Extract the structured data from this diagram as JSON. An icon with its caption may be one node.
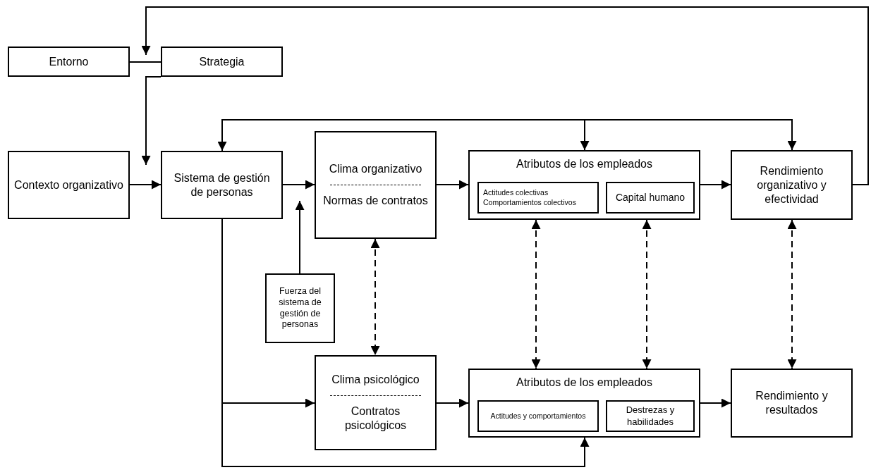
{
  "diagram": {
    "nodes": [
      {
        "text": [
          "Entorno"
        ]
      },
      {
        "text": [
          "Strategia"
        ]
      },
      {
        "text": [
          "Contexto organizativo"
        ]
      },
      {
        "text": [
          "Sistema de gestión de personas"
        ]
      },
      {
        "text": [
          "Clima organizativo",
          "Normas de contratos"
        ]
      },
      {
        "text": [
          "Atributos de los empleados"
        ]
      },
      {
        "text": [
          "Actitudes colectivas Comportamientos colectivos"
        ],
        "in": 5
      },
      {
        "text": [
          "Capital humano"
        ],
        "in": 5
      },
      {
        "text": [
          "Rendimiento organizativo y efectividad"
        ]
      },
      {
        "text": [
          "Fuerza del sistema de gestión de personas"
        ]
      },
      {
        "text": [
          "Clima psicológico",
          "Contratos psicológicos"
        ]
      },
      {
        "text": [
          "Atributos de los empleados"
        ]
      },
      {
        "text": [
          "Actitudes y comportamientos"
        ],
        "in": 11
      },
      {
        "text": [
          "Destrezas y habilidades"
        ],
        "in": 11
      },
      {
        "text": [
          "Rendimiento y resultados"
        ]
      }
    ],
    "edges": [
      {
        "from": 0,
        "to": 1,
        "arrow": "none"
      },
      {
        "from": 8,
        "to": 0,
        "arrow": "to"
      },
      {
        "from": 1,
        "to": 2,
        "arrow": "to"
      },
      {
        "from": 2,
        "to": 3,
        "arrow": "to"
      },
      {
        "from": 3,
        "to": 4,
        "arrow": "to"
      },
      {
        "from": 9,
        "to": 3,
        "arrow": "to"
      },
      {
        "from": null,
        "to": 3,
        "arrow": "to"
      },
      {
        "from": null,
        "to": 5,
        "arrow": "to"
      },
      {
        "from": null,
        "to": 8,
        "arrow": "to"
      },
      {
        "from": 4,
        "to": 5,
        "arrow": "to"
      },
      {
        "from": 5,
        "to": 8,
        "arrow": "to"
      },
      {
        "from": 4,
        "to": 10,
        "arrow": "both",
        "style": "dashed"
      },
      {
        "from": 5,
        "to": 11,
        "arrow": "both",
        "style": "dashed"
      },
      {
        "from": 5,
        "to": 11,
        "arrow": "both",
        "style": "dashed"
      },
      {
        "from": 8,
        "to": 14,
        "arrow": "both",
        "style": "dashed"
      },
      {
        "from": 3,
        "to": 10,
        "arrow": "to"
      },
      {
        "from": 3,
        "to": 11,
        "arrow": "to"
      },
      {
        "from": 10,
        "to": 11,
        "arrow": "to"
      },
      {
        "from": 11,
        "to": 14,
        "arrow": "to"
      }
    ]
  }
}
